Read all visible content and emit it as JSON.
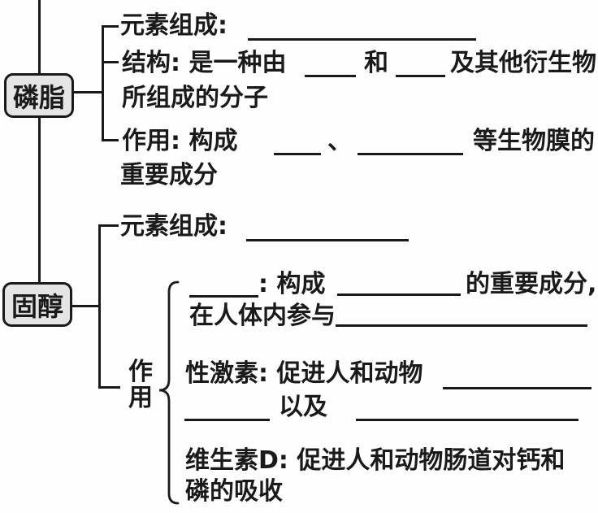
{
  "diagram": {
    "title_hint": "脂质概念图(磷脂与固醇)",
    "colors": {
      "box_fill": "#e5e5e5",
      "line": "#1a1a1a",
      "background": "#fefefe"
    },
    "phospholipid": {
      "node_label": "磷脂",
      "element_line": {
        "prefix": "元素组成:"
      },
      "structure_line": {
        "prefix": "结构: 是一种由",
        "mid": "和",
        "suffix": "及其他衍生物",
        "line2": "所组成的分子"
      },
      "function_line": {
        "prefix": "作用: 构成",
        "separator": "、",
        "suffix": "等生物膜的",
        "line2": "重要成分"
      }
    },
    "sterol": {
      "node_label": "固醇",
      "element_line": {
        "prefix": "元素组成:"
      },
      "function_label": {
        "char1": "作",
        "char2": "用"
      },
      "cholesterol_item": {
        "colon_mid": ": 构成",
        "suffix": "的重要成分,",
        "line2_prefix": "在人体内参与"
      },
      "sex_hormone_item": {
        "prefix": "性激素: 促进人和动物",
        "line2_mid": "以及"
      },
      "vitamin_d_item": {
        "line1": "维生素D: 促进人和动物肠道对钙和",
        "line2": "磷的吸收"
      }
    }
  }
}
